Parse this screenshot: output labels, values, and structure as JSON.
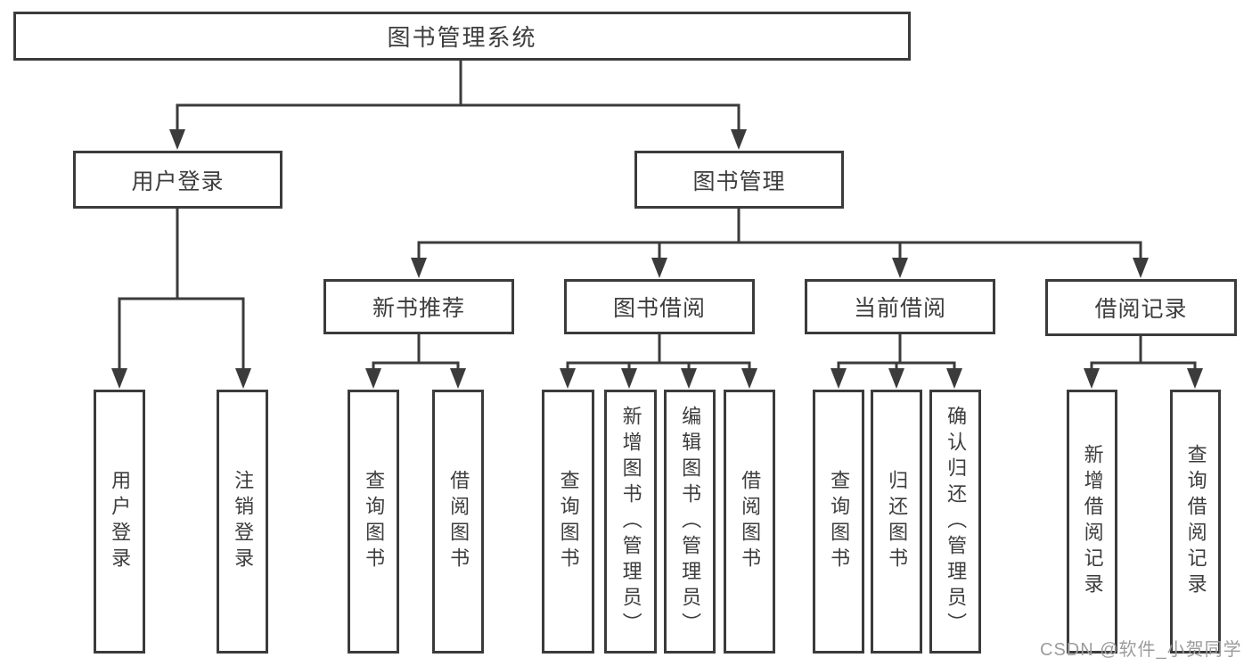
{
  "tree": {
    "label": "图书管理系统",
    "children": [
      {
        "label": "用户登录",
        "children": [
          {
            "label": "用户登录"
          },
          {
            "label": "注销登录"
          }
        ]
      },
      {
        "label": "图书管理",
        "children": [
          {
            "label": "新书推荐",
            "children": [
              {
                "label": "查询图书"
              },
              {
                "label": "借阅图书"
              }
            ]
          },
          {
            "label": "图书借阅",
            "children": [
              {
                "label": "查询图书"
              },
              {
                "label": "新增图书（管理员）"
              },
              {
                "label": "编辑图书（管理员）"
              },
              {
                "label": "借阅图书"
              }
            ]
          },
          {
            "label": "当前借阅",
            "children": [
              {
                "label": "查询图书"
              },
              {
                "label": "归还图书"
              },
              {
                "label": "确认归还（管理员）"
              }
            ]
          },
          {
            "label": "借阅记录",
            "children": [
              {
                "label": "新增借阅记录"
              },
              {
                "label": "查询借阅记录"
              }
            ]
          }
        ]
      }
    ]
  },
  "watermark": "CSDN @软件_小贺同学",
  "colors": {
    "line": "#3b3b3b",
    "text": "#3d3d3d",
    "watermark": "#9c9c9c",
    "background": "#ffffff"
  }
}
